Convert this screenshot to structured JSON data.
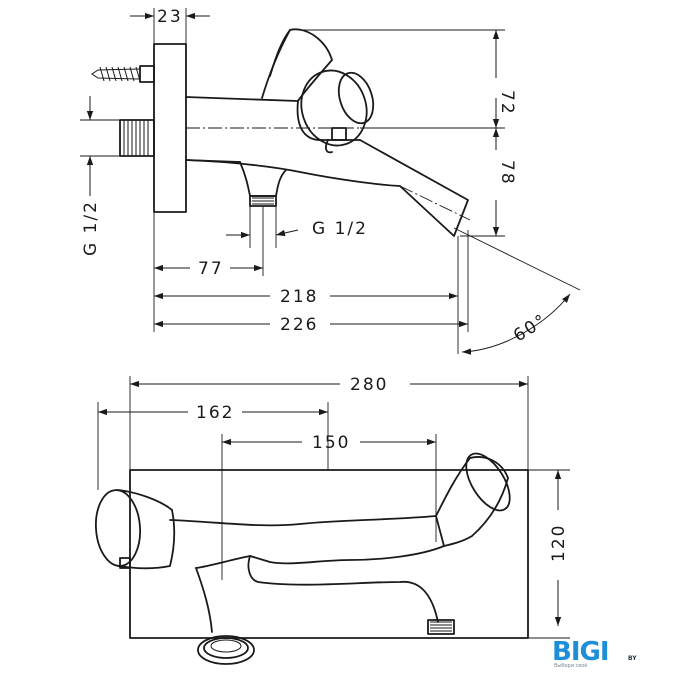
{
  "dimensions": {
    "d23": "23",
    "d72": "72",
    "d78": "78",
    "g_left": "G 1/2",
    "g_bottom": "G 1/2",
    "d77": "77",
    "d218": "218",
    "d226": "226",
    "angle": "60°",
    "d280": "280",
    "d162": "162",
    "d150": "150",
    "d120": "120"
  },
  "logo": {
    "text": "BIGI",
    "suffix": "BY",
    "tagline": "Выбери своё",
    "colors": {
      "primary": "#1e8fd6",
      "dark": "#2a3a45"
    }
  }
}
